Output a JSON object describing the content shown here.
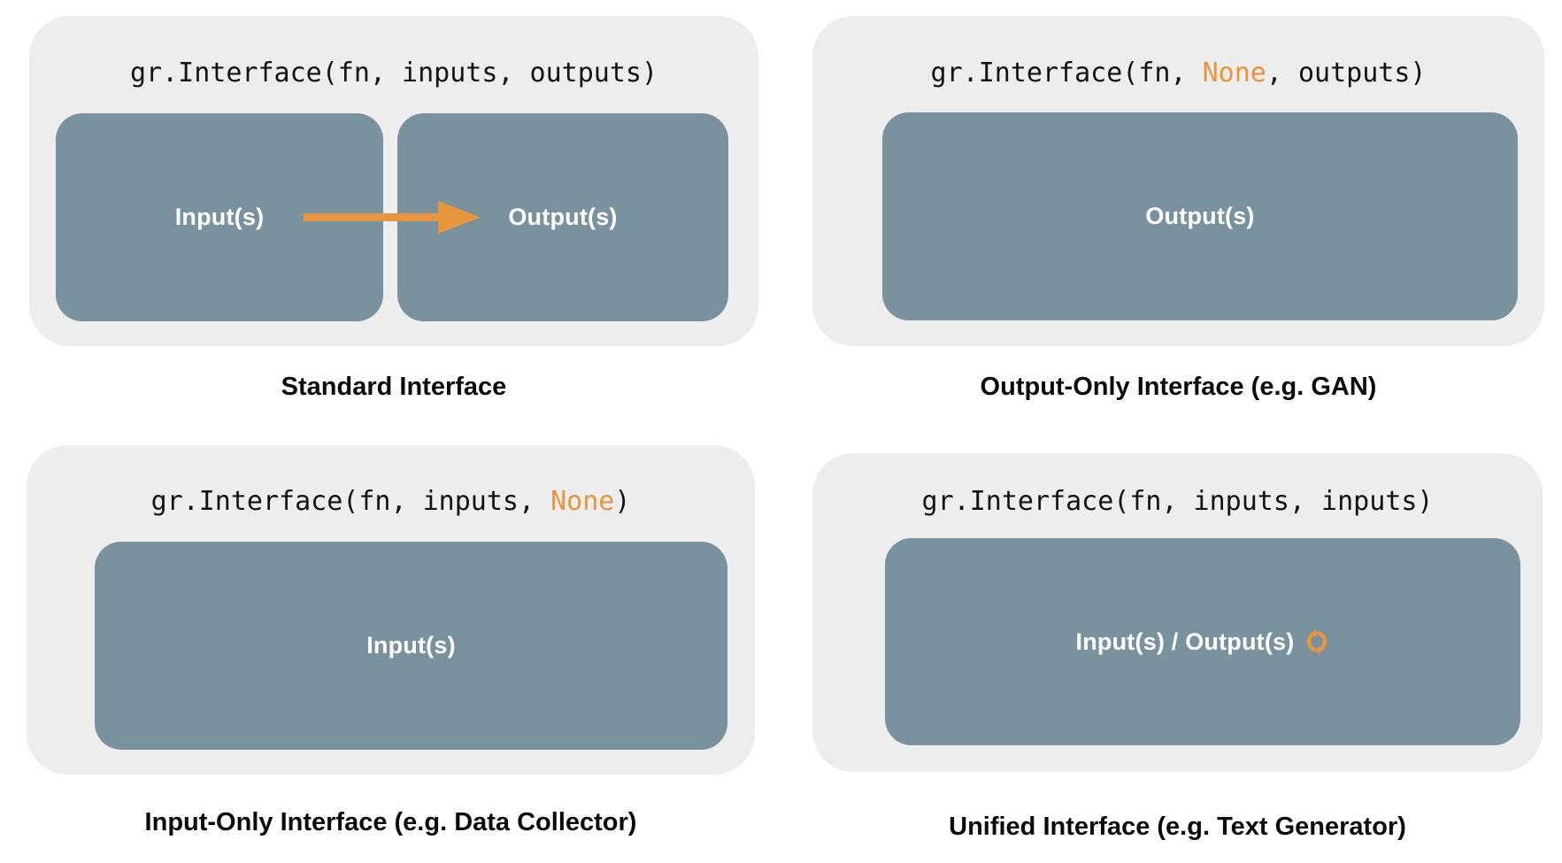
{
  "colors": {
    "accent_orange": "#e8963e",
    "box_slate": "#7a929e",
    "panel_gray": "#ededed",
    "caption_black": "#0b0b0b",
    "label_white": "#ffffff"
  },
  "panels": [
    {
      "id": "standard",
      "caption": "Standard Interface",
      "code_segments": [
        {
          "text": "gr.Interface(fn, inputs, outputs)",
          "accent": false
        }
      ],
      "boxes": [
        {
          "label": "Input(s)"
        },
        {
          "label": "Output(s)"
        }
      ],
      "icons": [
        "arrow-right-icon"
      ]
    },
    {
      "id": "output-only",
      "caption": "Output-Only Interface (e.g. GAN)",
      "code_segments": [
        {
          "text": "gr.Interface(fn, ",
          "accent": false
        },
        {
          "text": "None",
          "accent": true
        },
        {
          "text": ", outputs)",
          "accent": false
        }
      ],
      "boxes": [
        {
          "label": "Output(s)"
        }
      ],
      "icons": []
    },
    {
      "id": "input-only",
      "caption": "Input-Only Interface (e.g. Data Collector)",
      "code_segments": [
        {
          "text": "gr.Interface(fn, inputs, ",
          "accent": false
        },
        {
          "text": "None",
          "accent": true
        },
        {
          "text": ")",
          "accent": false
        }
      ],
      "boxes": [
        {
          "label": "Input(s)"
        }
      ],
      "icons": []
    },
    {
      "id": "unified",
      "caption": "Unified Interface (e.g. Text Generator)",
      "code_segments": [
        {
          "text": "gr.Interface(fn, inputs, inputs)",
          "accent": false
        }
      ],
      "boxes": [
        {
          "label": "Input(s) / Output(s)",
          "icon": "sync-icon"
        }
      ],
      "icons": [
        "sync-icon"
      ]
    }
  ]
}
